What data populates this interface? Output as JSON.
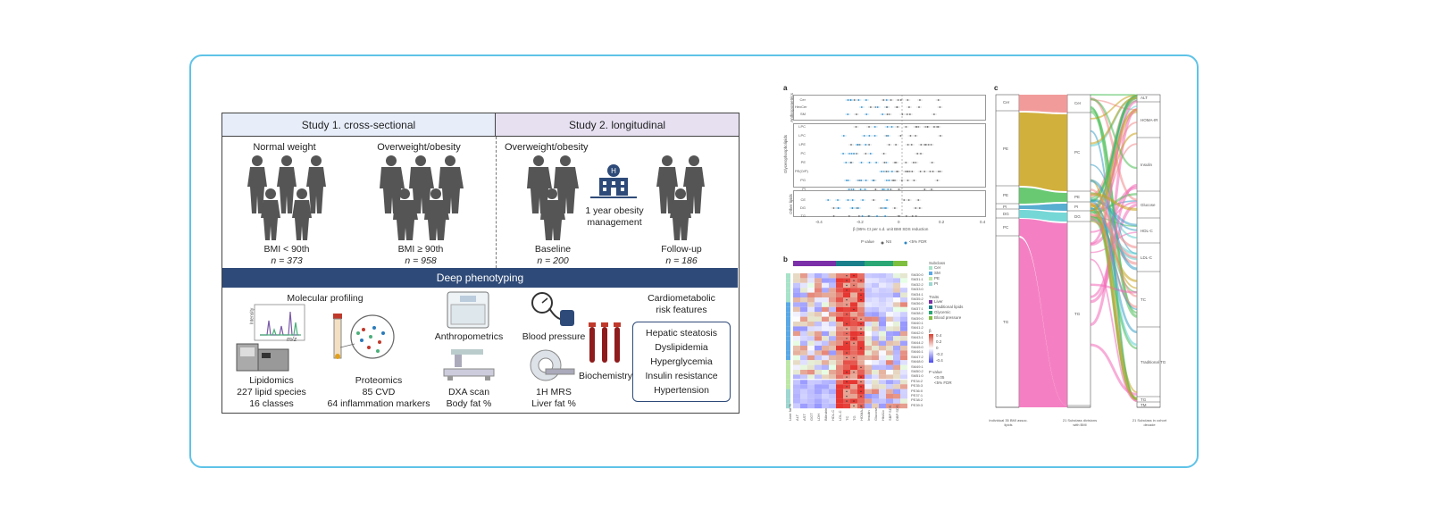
{
  "study1": {
    "title": "Study 1. cross-sectional",
    "groups": [
      {
        "name": "Normal weight",
        "bmi": "BMI < 90th",
        "n": "n = 373"
      },
      {
        "name": "Overweight/obesity",
        "bmi": "BMI ≥ 90th",
        "n": "n = 958"
      }
    ]
  },
  "study2": {
    "title": "Study 2. longitudinal",
    "group": "Overweight/obesity",
    "intervention": "1 year obesity management",
    "baseline": {
      "label": "Baseline",
      "n": "n = 200"
    },
    "followup": {
      "label": "Follow-up",
      "n": "n = 186"
    }
  },
  "deep": {
    "title": "Deep phenotyping",
    "molecular": "Molecular profiling",
    "lipidomics": [
      "Lipidomics",
      "227 lipid species",
      "16 classes"
    ],
    "proteomics": [
      "Proteomics",
      "85 CVD",
      "64 inflammation markers"
    ],
    "anthropometrics": "Anthropometrics",
    "dxa": [
      "DXA scan",
      "Body fat %"
    ],
    "blood_pressure": "Blood pressure",
    "mrs": [
      "1H MRS",
      "Liver fat %"
    ],
    "biochemistry": "Biochemistry",
    "cardio": [
      "Cardiometabolic",
      "risk features"
    ],
    "risks": [
      "Hepatic steatosis",
      "Dyslipidemia",
      "Hyperglycemia",
      "Insulin resistance",
      "Hypertension"
    ],
    "ms_axis": "m/z",
    "ms_y": "Intensity"
  },
  "panels": {
    "a": "a",
    "b": "b",
    "c": "c",
    "a_groups": [
      "Anthropometrics",
      "Glycerophospholipids",
      "Other lipids"
    ],
    "a_rows": [
      "Cer",
      "HexCer",
      "SM",
      "LPC",
      "LPC",
      "LPE",
      "PC",
      "PE",
      "PE(O/P)",
      "PG",
      "PI",
      "CE",
      "DG",
      "TG"
    ],
    "a_ticks": [
      "-0.4",
      "-0.2",
      "0",
      "0.2",
      "0.4"
    ],
    "a_xlabel": "β (95% CI per s.d. unit BMI SDS reduction",
    "a_legend": [
      "P value",
      "NS",
      "<5% FDR"
    ],
    "b_legend": [
      "Subclass",
      "Cer",
      "SM",
      "PE",
      "PI"
    ],
    "b_traits": [
      "Traits",
      "Liver",
      "Traditional lipids",
      "Glycemic",
      "Blood pressure"
    ],
    "b_beta": [
      "β",
      "0.4",
      "0.2",
      "0",
      "-0.2",
      "-0.4"
    ],
    "b_pval": [
      "P value",
      "<0.05",
      "<5% FDR"
    ],
    "b_cols": [
      "Liver fat %",
      "ALT",
      "AST",
      "GGT",
      "LDH",
      "Bilirubin",
      "HDL-C",
      "LDL-C",
      "TC",
      "TG",
      "HOMA-IR",
      "Insulin",
      "Glucose",
      "HbA1c",
      "SBP SDS",
      "DBP SDS"
    ],
    "c_left": [
      "Cer",
      "PE",
      "PE",
      "PI",
      "DG",
      "PC",
      "TG"
    ],
    "c_mid": [
      "Cer",
      "PC",
      "PE",
      "PI",
      "DG",
      "TG",
      "TG"
    ],
    "c_right": [
      "ALT",
      "HOMA-IR",
      "Insulin",
      "Glucose",
      "HDL-C",
      "LDL-C",
      "TC",
      "Traditional TG",
      "TG",
      "TM"
    ],
    "c_axis": [
      "Individual 35 BMI assoc. lipids",
      "21 Subclass divisions with BMI",
      "21 Subclass in cohort decade"
    ]
  },
  "colors": {
    "border": "#5fc3e8",
    "navy": "#2e4a78",
    "study1": "#e7eefa",
    "study2": "#e6e0f1",
    "silhouette": "#555555"
  }
}
